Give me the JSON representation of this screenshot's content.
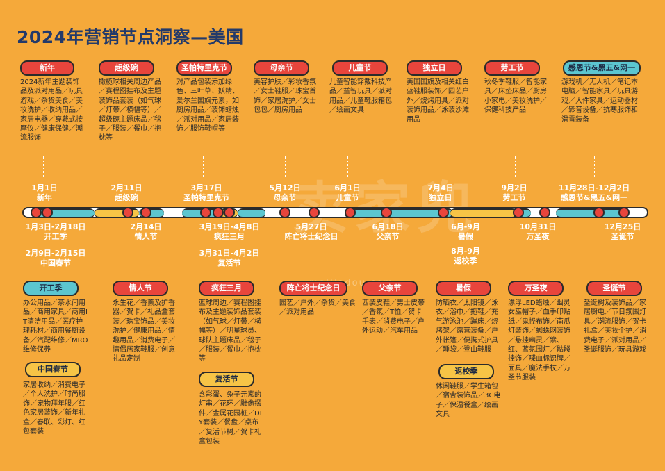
{
  "title": "2024年营销节点洞察—美国",
  "watermark": "卖家兜",
  "watermark_sub": "maijiadou.com",
  "colors": {
    "background": "#F5A93A",
    "red": "#E8453C",
    "blue": "#5CC6D0",
    "yellow": "#F7C446",
    "title": "#233a6a"
  },
  "top_events": [
    {
      "tag": "新年",
      "color": "red",
      "desc": "2024新年主题装饰品及派对用品／玩具游戏／杂货美食／美妆洗护／收纳用品／家居电器／穿戴式按摩仪／健康保健／潮流服饰",
      "date": "1月1日",
      "name": "新年"
    },
    {
      "tag": "超级碗",
      "color": "red",
      "desc": "橄榄球相关周边产品／赛程图挂布及主题装饰品套装（如气球／灯带／横幅等）／超级碗主题床品／毯子／服装／餐巾／抱枕等",
      "date": "2月11日",
      "name": "超级碗"
    },
    {
      "tag": "圣帕特里克节",
      "color": "red",
      "desc": "对产品包装添加绿色、三叶草、妖精、爱尔兰国旗元素，如厨房用品／装饰蜡烛／派对用品／家居装饰／服饰鞋帽等",
      "date": "3月17日",
      "name": "圣帕特里克节"
    },
    {
      "tag": "母亲节",
      "color": "red",
      "desc": "美容护肤／彩妆香氛／女士鞋服／珠宝首饰／家居洗护／女士包包／厨房用品",
      "date": "5月12日",
      "name": "母亲节"
    },
    {
      "tag": "儿童节",
      "color": "red",
      "desc": "儿童智能穿戴科技产品／益智玩具／派对用品／儿童鞋服箱包／绘画文具",
      "date": "6月1日",
      "name": "儿童节"
    },
    {
      "tag": "独立日",
      "color": "red",
      "desc": "美国国旗及相关红白蓝鞋服装饰／园艺户外／烧烤用具／派对装饰用品／泳装沙滩用品",
      "date": "7月4日",
      "name": "独立日"
    },
    {
      "tag": "劳工节",
      "color": "red",
      "desc": "秋冬季鞋服／智能家具／床垫床品／厨房小家电／美妆洗护／保健科技产品",
      "date": "9月2日",
      "name": "劳工节"
    },
    {
      "tag": "感恩节&黑五&网一",
      "color": "blue",
      "desc": "游戏机／无人机／笔记本电脑／智能家具／玩具游戏／大件家具／运动器材／影音设备／抗寒服饰和滑雪装备",
      "date": "11月28日-12月2日",
      "name": "感恩节&黑五&网一"
    }
  ],
  "bottom_dates": [
    {
      "date": "1月3日-2月18日",
      "name": "开工季"
    },
    {
      "date": "2月9日-2月15日",
      "name": "中国春节"
    },
    {
      "date": "2月14日",
      "name": "情人节"
    },
    {
      "date": "3月19日-4月8日",
      "name": "疯狂三月"
    },
    {
      "date": "3月31日-4月2日",
      "name": "复活节"
    },
    {
      "date": "5月27日",
      "name": "阵亡将士纪念日"
    },
    {
      "date": "6月18日",
      "name": "父亲节"
    },
    {
      "date": "6月-9月",
      "name": "暑假"
    },
    {
      "date": "8月-9月",
      "name": "返校季"
    },
    {
      "date": "10月31日",
      "name": "万圣夜"
    },
    {
      "date": "12月25日",
      "name": "圣诞节"
    }
  ],
  "bottom_events": [
    {
      "tag": "开工季",
      "color": "blue",
      "desc": "办公用品／茶水间用品／商用家具／商用IT清洁用品／医疗护理耗材／商用餐厨设备／汽配维修／MRO维修保养"
    },
    {
      "tag": "中国春节",
      "color": "yellow",
      "desc": "家居收纳／消费电子／个人洗护／时尚服饰／宠物拜年服／红色家居装饰／新年礼盒／春联、彩灯、红包套装"
    },
    {
      "tag": "情人节",
      "color": "red",
      "desc": "永生花／香薰及扩香器／贺卡／礼品盒套装／珠宝饰品／美妆洗护／健康用品／情趣用品／消费电子／情侣居家鞋服／创意礼品定制"
    },
    {
      "tag": "疯狂三月",
      "color": "blue",
      "desc": "篮球周边／赛程图挂布及主题装饰品套装（如气球／灯带／横幅等）／明星球员、球队主题床品／毯子／服装／餐巾／抱枕等"
    },
    {
      "tag": "复活节",
      "color": "yellow",
      "desc": "含彩蛋、兔子元素的灯串／花环／雕像摆件／金属花园桩／DIY套装／餐盘／桌布／复活节树／贺卡礼盒包装"
    },
    {
      "tag": "阵亡将士纪念日",
      "color": "red",
      "desc": "园艺／户外／杂货／美食／派对用品"
    },
    {
      "tag": "父亲节",
      "color": "red",
      "desc": "西装皮鞋／男士皮带／香氛／T恤／贺卡手表／消费电子／户外运动／汽车用品"
    },
    {
      "tag": "暑假",
      "color": "red",
      "desc": "防晒衣／太阳镜／泳衣／浴巾／拖鞋／充气游泳池／蹦床／烧烤架／露营装备／户外帐篷／便携式护具／睡袋／登山鞋服"
    },
    {
      "tag": "返校季",
      "color": "yellow",
      "desc": "休闲鞋服／学生箱包／宿舍装饰品／3C电子／保温餐盒／绘画文具"
    },
    {
      "tag": "万圣夜",
      "color": "red",
      "desc": "漂浮LED蜡烛／幽灵女巫帽子／血手印贴纸／鬼怪布饰／南瓜灯装饰／蜘蛛网装饰／悬挂幽灵／紫、红、蓝氛围灯／骷髅挂饰／喋血标识牌／面具／魔法手杖／万圣节服装"
    },
    {
      "tag": "圣诞节",
      "color": "red",
      "desc": "圣诞树及装饰品／家居厨电／节日氛围灯具／潮流服饰／贺卡礼盒／美妆个护／消费电子／派对用品／圣诞服饰／玩具游戏"
    }
  ]
}
